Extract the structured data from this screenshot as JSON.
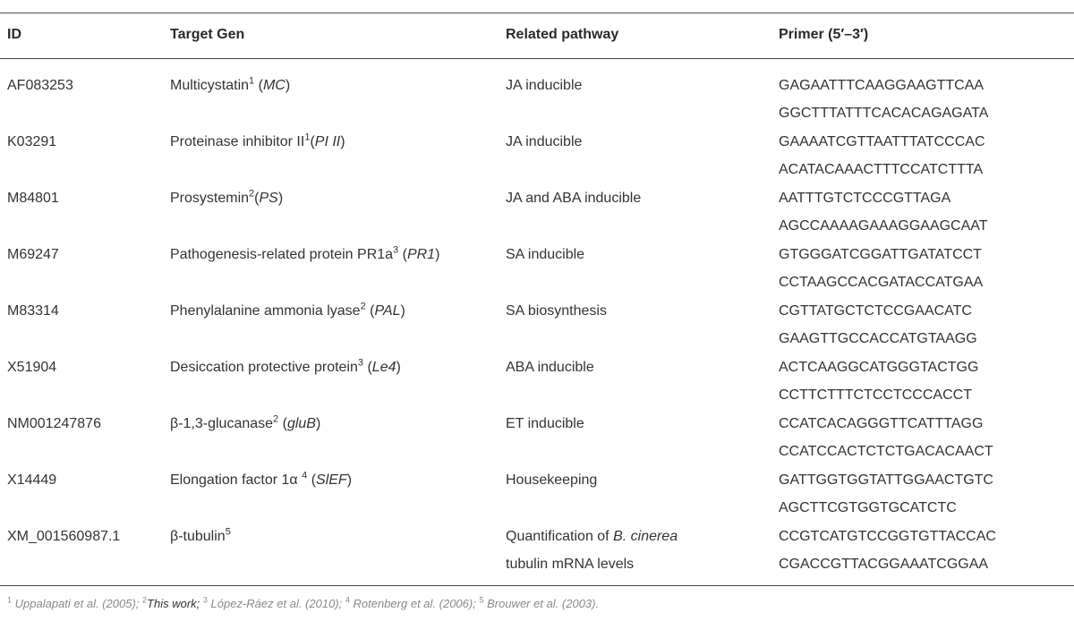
{
  "headers": {
    "id": "ID",
    "gene": "Target Gen",
    "pathway": "Related pathway",
    "primer": "Primer (5′–3′)"
  },
  "rows": [
    {
      "id": "AF083253",
      "gene_name": "Multicystatin",
      "gene_sup": "1",
      "gene_pre": " (",
      "gene_abbr": "MC",
      "gene_post": ")",
      "pathway": [
        "JA inducible"
      ],
      "primers": [
        "GAGAATTTCAAGGAAGTTCAA",
        "GGCTTTATTTCACACAGAGATA"
      ]
    },
    {
      "id": "K03291",
      "gene_name": "Proteinase inhibitor II",
      "gene_sup": "1",
      "gene_pre": "(",
      "gene_abbr": "PI II",
      "gene_post": ")",
      "pathway": [
        "JA inducible"
      ],
      "primers": [
        "GAAAATCGTTAATTTATCCCAC",
        "ACATACAAACTTTCCATCTTTA"
      ]
    },
    {
      "id": "M84801",
      "gene_name": "Prosystemin",
      "gene_sup": "2",
      "gene_pre": "(",
      "gene_abbr": "PS",
      "gene_post": ")",
      "pathway": [
        "JA and ABA inducible"
      ],
      "primers": [
        "AATTTGTCTCCCGTTAGA",
        "AGCCAAAAGAAAGGAAGCAAT"
      ]
    },
    {
      "id": "M69247",
      "gene_name": "Pathogenesis-related protein PR1a",
      "gene_sup": "3",
      "gene_pre": " (",
      "gene_abbr": "PR1",
      "gene_post": ")",
      "pathway": [
        "SA inducible"
      ],
      "primers": [
        "GTGGGATCGGATTGATATCCT",
        "CCTAAGCCACGATACCATGAA"
      ]
    },
    {
      "id": "M83314",
      "gene_name": "Phenylalanine ammonia lyase",
      "gene_sup": "2",
      "gene_pre": " (",
      "gene_abbr": "PAL",
      "gene_post": ")",
      "pathway": [
        "SA biosynthesis"
      ],
      "primers": [
        "CGTTATGCTCTCCGAACATC",
        "GAAGTTGCCACCATGTAAGG"
      ]
    },
    {
      "id": "X51904",
      "gene_name": "Desiccation protective protein",
      "gene_sup": "3",
      "gene_pre": " (",
      "gene_abbr": "Le4",
      "gene_post": ")",
      "pathway": [
        "ABA inducible"
      ],
      "primers": [
        "ACTCAAGGCATGGGTACTGG",
        "CCTTCTTTCTCCTCCCACCT"
      ]
    },
    {
      "id": "NM001247876",
      "gene_name": "β-1,3-glucanase",
      "gene_sup": "2",
      "gene_pre": " (",
      "gene_abbr": "gluB",
      "gene_post": ")",
      "pathway": [
        "ET inducible"
      ],
      "primers": [
        "CCATCACAGGGTTCATTTAGG",
        "CCATCCACTCTCTGACACAACT"
      ]
    },
    {
      "id": "X14449",
      "gene_name": "Elongation factor 1α ",
      "gene_sup": "4",
      "gene_pre": " (",
      "gene_abbr": "SlEF",
      "gene_post": ")",
      "pathway": [
        "Housekeeping"
      ],
      "primers": [
        "GATTGGTGGTATTGGAACTGTC",
        "AGCTTCGTGGTGCATCTC"
      ]
    },
    {
      "id": "XM_001560987.1",
      "gene_name": "β-tubulin",
      "gene_sup": "5",
      "gene_pre": "",
      "gene_abbr": "",
      "gene_post": "",
      "pathway": [
        "Quantification of ",
        "tubulin mRNA levels"
      ],
      "pathway_italic": "B. cinerea",
      "primers": [
        "CCGTCATGTCCGGTGTTACCAC",
        "CGACCGTTACGGAAATCGGAA"
      ]
    }
  ],
  "footnotes": [
    {
      "num": "1",
      "text": "Uppalapati et al. (2005);"
    },
    {
      "num": "2",
      "text": "This work;"
    },
    {
      "num": "3",
      "text": "López-Ráez et al. (2010);"
    },
    {
      "num": "4",
      "text": "Rotenberg et al. (2006);"
    },
    {
      "num": "5",
      "text": "Brouwer et al. (2003)."
    }
  ]
}
